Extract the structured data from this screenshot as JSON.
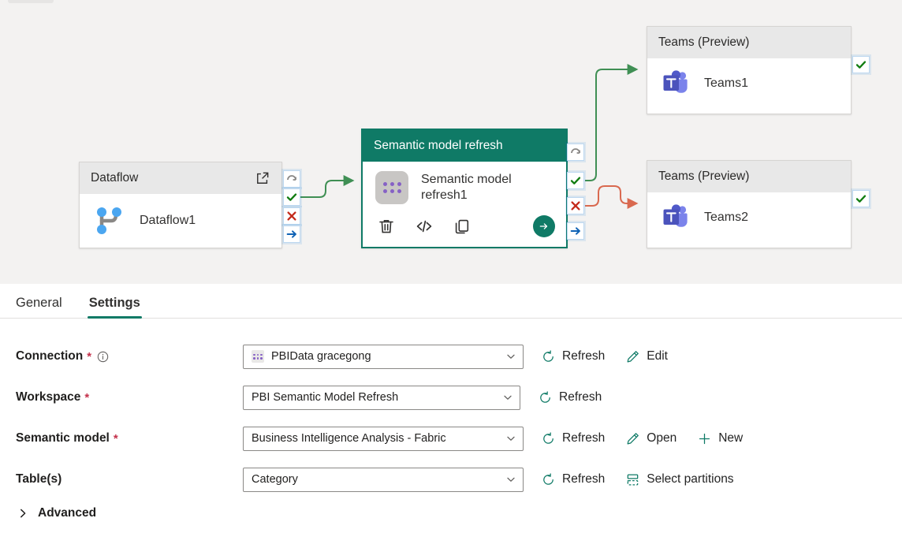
{
  "canvas": {
    "nodes": [
      {
        "id": "dataflow",
        "header": "Dataflow",
        "title": "Dataflow1",
        "header_icon": "open-in-new-icon",
        "body_icon": "dataflow-icon",
        "selected": false
      },
      {
        "id": "semantic",
        "header": "Semantic model refresh",
        "title": "Semantic model refresh1",
        "body_icon": "semantic-model-icon",
        "selected": true,
        "tools": [
          "delete-icon",
          "code-icon",
          "duplicate-icon",
          "run-icon"
        ]
      },
      {
        "id": "teams1",
        "header": "Teams (Preview)",
        "title": "Teams1",
        "body_icon": "teams-icon",
        "selected": false
      },
      {
        "id": "teams2",
        "header": "Teams (Preview)",
        "title": "Teams2",
        "body_icon": "teams-icon",
        "selected": false
      }
    ],
    "port_icons": [
      "on-skip-icon",
      "on-success-icon",
      "on-failure-icon",
      "on-completion-icon"
    ],
    "colors": {
      "success_link": "#3f8f54",
      "failure_link": "#d9694f",
      "node_selected": "#0f7a66",
      "header_bg": "#e8e8e8",
      "canvas_bg": "#f3f2f1"
    }
  },
  "panel": {
    "tabs": [
      {
        "label": "General",
        "active": false
      },
      {
        "label": "Settings",
        "active": true
      }
    ],
    "rows": [
      {
        "label": "Connection",
        "required": "*",
        "has_info": true,
        "value": "PBIData gracegong",
        "has_conn_icon": true,
        "actions": [
          {
            "label": "Refresh",
            "icon": "refresh-icon"
          },
          {
            "label": "Edit",
            "icon": "pencil-icon"
          }
        ]
      },
      {
        "label": "Workspace",
        "required": "*",
        "has_info": false,
        "value": "PBI Semantic Model Refresh",
        "has_conn_icon": false,
        "actions": [
          {
            "label": "Refresh",
            "icon": "refresh-icon"
          }
        ]
      },
      {
        "label": "Semantic model",
        "required": "*",
        "has_info": false,
        "value": "Business Intelligence Analysis - Fabric",
        "has_conn_icon": false,
        "actions": [
          {
            "label": "Refresh",
            "icon": "refresh-icon"
          },
          {
            "label": "Open",
            "icon": "pencil-icon"
          },
          {
            "label": "New",
            "icon": "plus-icon"
          }
        ]
      },
      {
        "label": "Table(s)",
        "required": "",
        "has_info": false,
        "value": "Category",
        "has_conn_icon": false,
        "actions": [
          {
            "label": "Refresh",
            "icon": "refresh-icon"
          },
          {
            "label": "Select partitions",
            "icon": "partitions-icon"
          }
        ]
      }
    ],
    "advanced": {
      "label": "Advanced",
      "icon": "chevron-right-icon"
    }
  }
}
